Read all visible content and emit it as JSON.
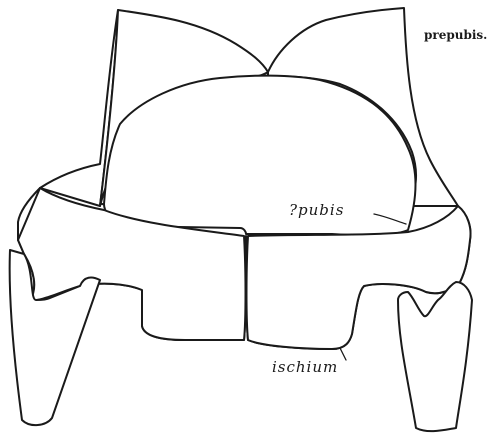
{
  "labels": {
    "prepubis": "prepubis.",
    "pubis": "?pubis",
    "ischium": "ischium"
  },
  "colors": {
    "line": "#1a1a1a",
    "background": "#ffffff"
  }
}
